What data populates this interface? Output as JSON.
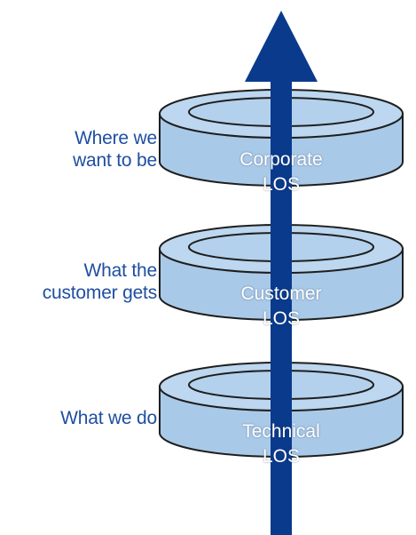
{
  "colors": {
    "arrow": "#0a3a8c",
    "disk_fill": "#bcd7ef",
    "disk_side": "#a9c9e8",
    "disk_outline": "#1e1e1e",
    "label_text": "#1f4fa0",
    "disk_text": "#ffffff"
  },
  "levels": [
    {
      "id": "corporate",
      "side_label": "Where we\nwant to be",
      "disk_label": "Corporate\nLOS"
    },
    {
      "id": "customer",
      "side_label": "What the\ncustomer gets",
      "disk_label": "Customer\nLOS"
    },
    {
      "id": "technical",
      "side_label": "What we do",
      "disk_label": "Technical\nLOS"
    }
  ]
}
